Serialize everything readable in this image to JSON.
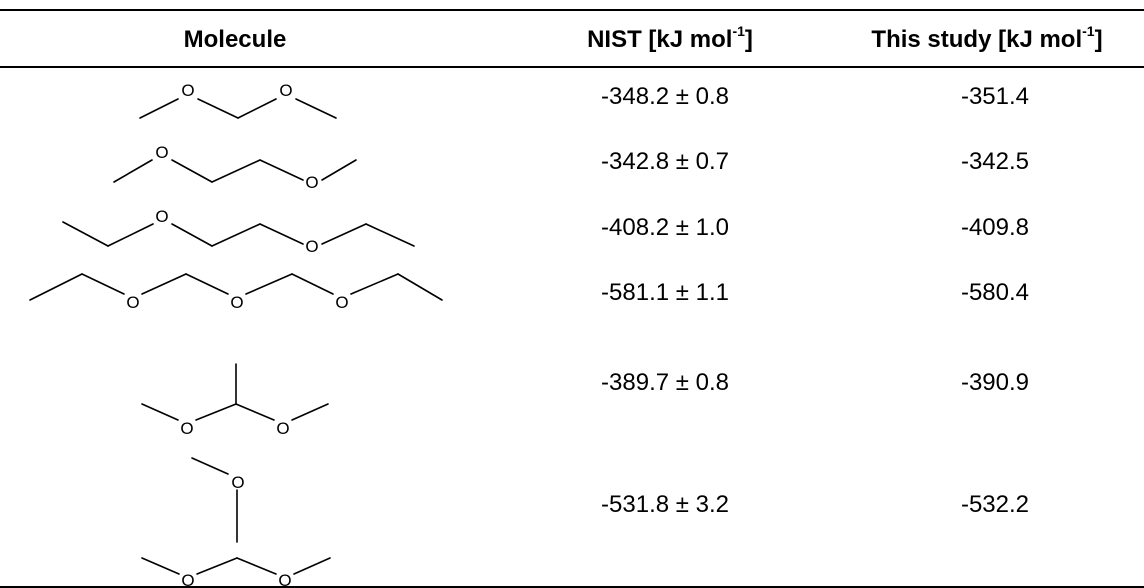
{
  "table": {
    "headers": {
      "molecule": "Molecule",
      "nist_label": "NIST [kJ mol",
      "nist_sup": "-1",
      "nist_close": "]",
      "study_label": "This study [kJ mol",
      "study_sup": "-1",
      "study_close": "]"
    },
    "atom_label": "O",
    "rows": [
      {
        "nist": "-348.2 ± 0.8",
        "study": "-351.4"
      },
      {
        "nist": "-342.8 ± 0.7",
        "study": "-342.5"
      },
      {
        "nist": "-408.2 ± 1.0",
        "study": "-409.8"
      },
      {
        "nist": "-581.1 ± 1.1",
        "study": "-580.4"
      },
      {
        "nist": "-389.7 ± 0.8",
        "study": "-390.9"
      },
      {
        "nist": "-531.8 ± 3.2",
        "study": "-532.2"
      }
    ]
  }
}
